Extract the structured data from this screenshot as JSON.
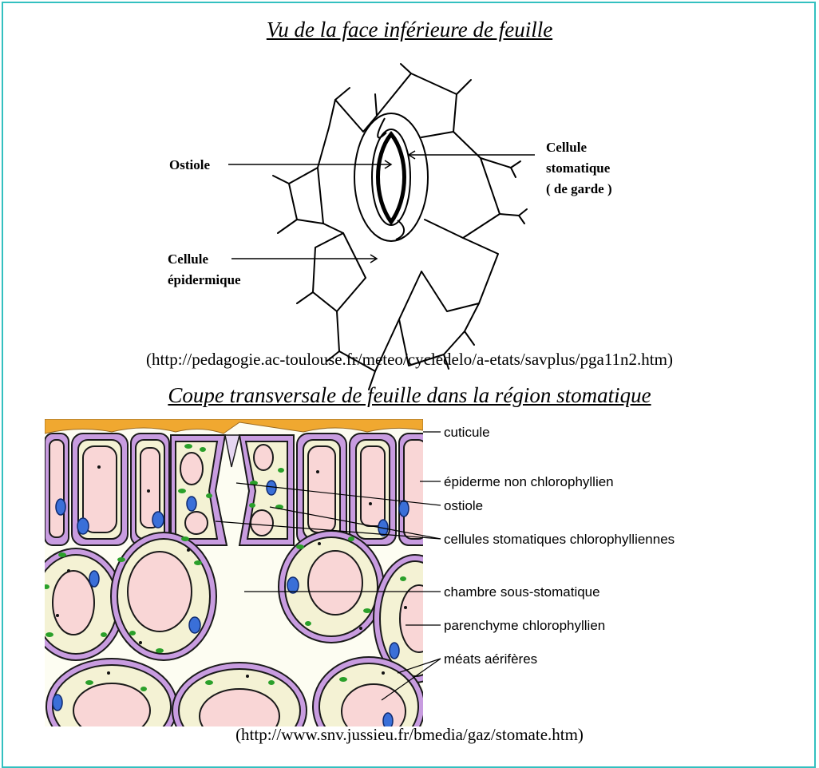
{
  "top_figure": {
    "title": "Vu de la face inférieure de feuille",
    "labels": {
      "ostiole": "Ostiole",
      "guard_cell_line1": "Cellule",
      "guard_cell_line2": "stomatique",
      "guard_cell_line3": "( de garde )",
      "epidermal_line1": "Cellule",
      "epidermal_line2": "épidermique"
    },
    "source": "(http://pedagogie.ac-toulouse.fr/meteo/cycledelo/a-etats/savplus/pga11n2.htm)"
  },
  "bottom_figure": {
    "title": "Coupe transversale de feuille dans la région stomatique",
    "labels": {
      "cuticle": "cuticule",
      "epidermis": "épiderme non chlorophyllien",
      "ostiole": "ostiole",
      "guard_cells": "cellules stomatiques chlorophylliennes",
      "substomatal": "chambre sous-stomatique",
      "parenchyma": "parenchyme  chlorophyllien",
      "air_spaces": "méats aérifères"
    },
    "source": "(http://www.snv.jussieu.fr/bmedia/gaz/stomate.htm)"
  },
  "colors": {
    "frame": "#33c0c0",
    "cuticle": "#f0a830",
    "cell_wall": "#c89ce0",
    "cytoplasm": "#f4f2d4",
    "vacuole": "#f9d6d6",
    "chloroplast": "#2aa02a",
    "nucleus": "#3a6fd8"
  }
}
